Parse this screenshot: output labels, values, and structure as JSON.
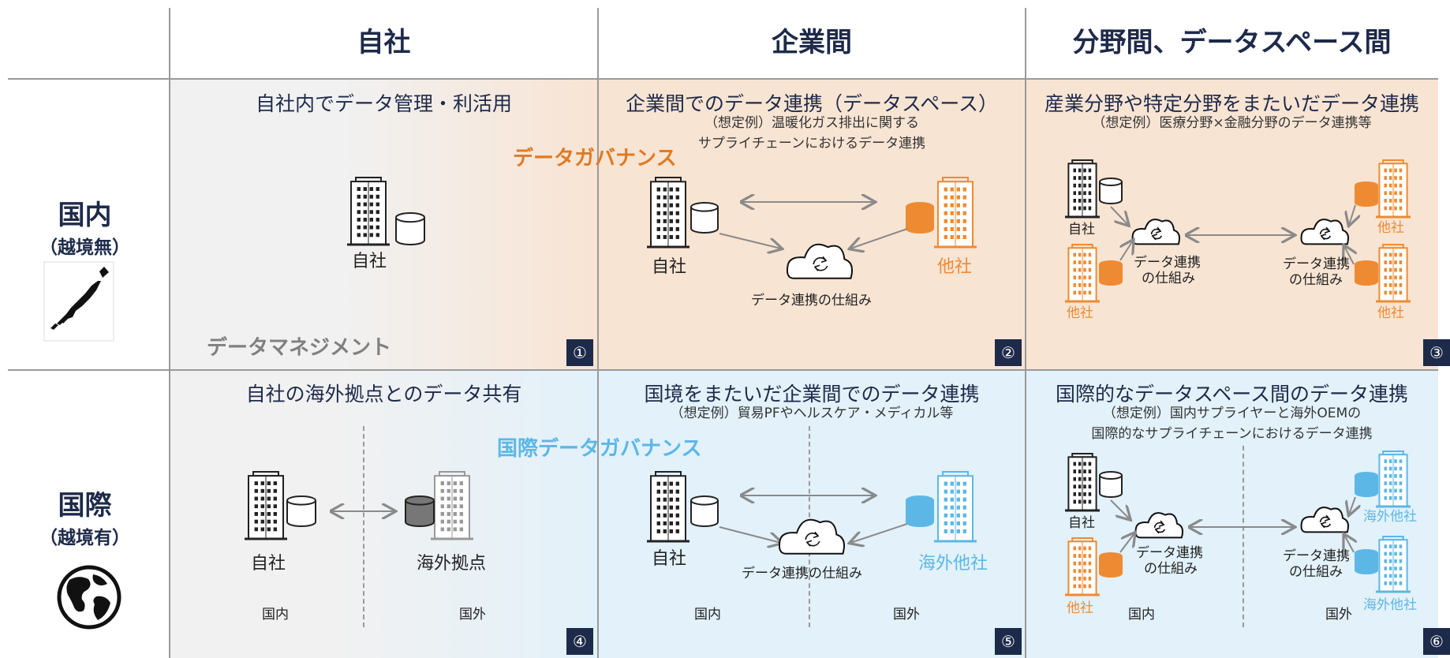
{
  "columns": [
    "自社",
    "企業間",
    "分野間、データスペース間"
  ],
  "rows": [
    {
      "main": "国内",
      "sub": "（越境無）",
      "icon": "japan-map-icon"
    },
    {
      "main": "国際",
      "sub": "（越境有）",
      "icon": "globe-icon"
    }
  ],
  "governance": {
    "domestic": "データガバナンス",
    "international": "国際データガバナンス",
    "management": "データマネジメント"
  },
  "cells": {
    "c1": {
      "title": "自社内でデータ管理・利活用",
      "label_self": "自社",
      "num": "①"
    },
    "c2": {
      "title": "企業間でのデータ連携（データスペース）",
      "sub1": "（想定例）温暖化ガス排出に関する",
      "sub2": "サプライチェーンにおけるデータ連携",
      "label_self": "自社",
      "label_other": "他社",
      "label_mech": "データ連携の仕組み",
      "num": "②"
    },
    "c3": {
      "title": "産業分野や特定分野をまたいだデータ連携",
      "sub1": "（想定例）医療分野×金融分野のデータ連携等",
      "label_self": "自社",
      "label_other": "他社",
      "label_mech1": "データ連携",
      "label_mech2": "の仕組み",
      "num": "③"
    },
    "c4": {
      "title": "自社の海外拠点とのデータ共有",
      "label_self": "自社",
      "label_overseas_base": "海外拠点",
      "label_domestic": "国内",
      "label_overseas": "国外",
      "num": "④"
    },
    "c5": {
      "title": "国境をまたいだ企業間でのデータ連携",
      "sub1": "（想定例）貿易PFやヘルスケア・メディカル等",
      "label_self": "自社",
      "label_overseas_other": "海外他社",
      "label_mech": "データ連携の仕組み",
      "label_domestic": "国内",
      "label_overseas": "国外",
      "num": "⑤"
    },
    "c6": {
      "title": "国際的なデータスペース間のデータ連携",
      "sub1": "（想定例）国内サプライヤーと海外OEMの",
      "sub2": "国際的なサプライチェーンにおけるデータ連携",
      "label_self": "自社",
      "label_other": "他社",
      "label_overseas_other": "海外他社",
      "label_mech1": "データ連携",
      "label_mech2": "の仕組み",
      "label_domestic": "国内",
      "label_overseas": "国外",
      "num": "⑥"
    }
  },
  "colors": {
    "navy": "#1e2a4a",
    "orange": "#ee8b32",
    "blue": "#5cb7e6",
    "dark_building": "#222222"
  }
}
